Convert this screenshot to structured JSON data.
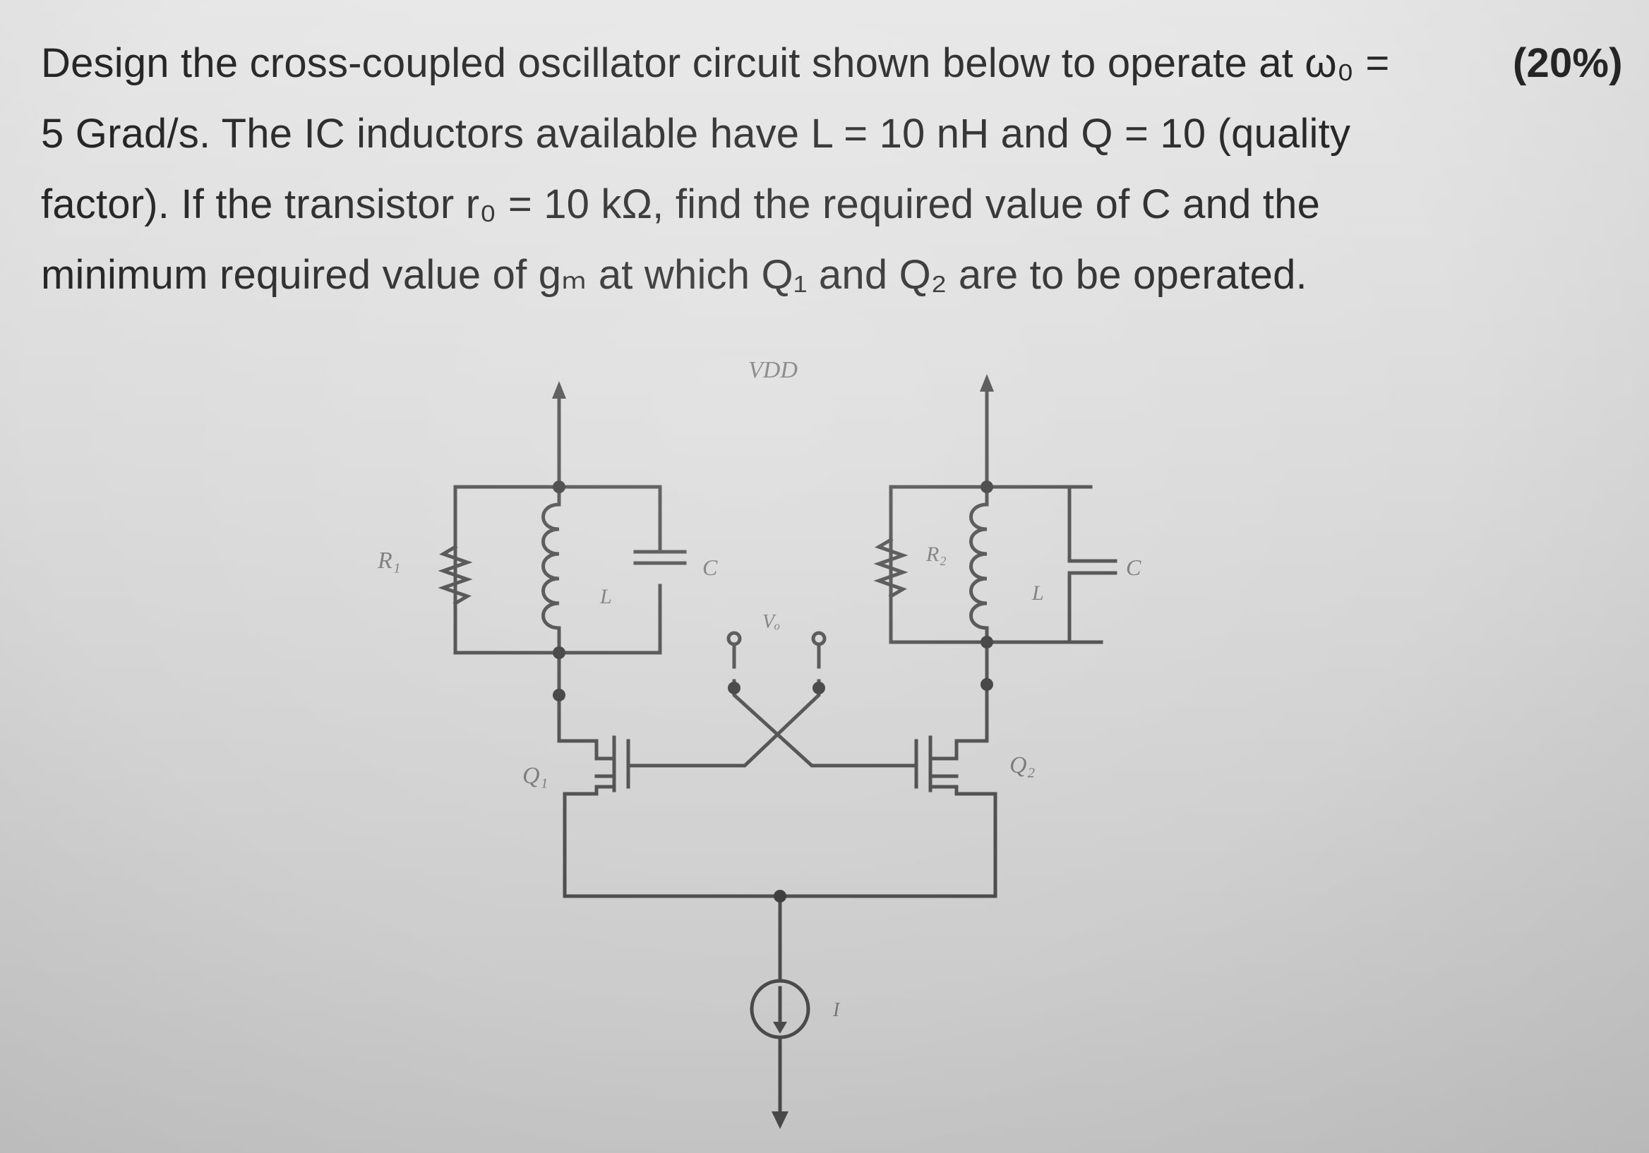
{
  "problem": {
    "line1": "Design the cross-coupled oscillator circuit shown below to operate at ω₀ =",
    "marks": "(20%)",
    "line2": "5 Grad/s. The IC inductors available have L = 10 nH and Q = 10 (quality",
    "line3": "factor). If the transistor r₀ = 10 kΩ, find the required value of C and the",
    "line4": "minimum required value of gₘ at which Q₁ and Q₂ are to be operated."
  },
  "circuit": {
    "vdd_label": "VDD",
    "r1_label": "R₁",
    "r2_label": "R₂",
    "l1_label": "L",
    "l2_label": "L",
    "c1_label": "C",
    "c2_label": "C",
    "q1_label": "Q₁",
    "q2_label": "Q₂",
    "i_label": "I",
    "vo_label": "Vₒ"
  }
}
